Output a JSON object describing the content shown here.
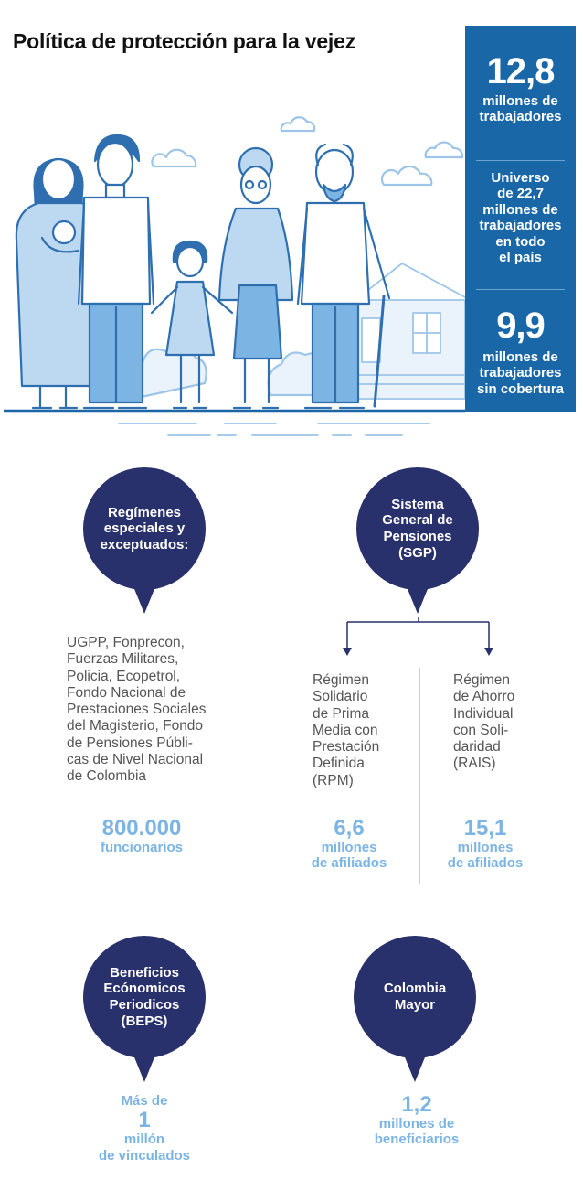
{
  "title": "Política de protección para la vejez",
  "colors": {
    "accent_blue": "#1a67a8",
    "navy": "#28316b",
    "light_blue": "#7cb4e4",
    "illustration_blue": "#2f6fb0"
  },
  "stats": {
    "workers_total": {
      "value": "12,8",
      "label_line1": "millones de",
      "label_line2": "trabajadores"
    },
    "universe": [
      "Universo",
      "de 22,7",
      "millones de",
      "trabajadores",
      "en todo",
      "el país"
    ],
    "uncovered": {
      "value": "9,9",
      "label_line1": "millones de",
      "label_line2": "trabajadores",
      "label_line3": "sin cobertura"
    }
  },
  "special": {
    "bubble": [
      "Regímenes",
      "especiales y",
      "exceptuados:"
    ],
    "desc": [
      "UGPP, Fonprecon,",
      "Fuerzas Militares,",
      "Policia, Ecopetrol,",
      "Fondo Nacional de",
      "Prestaciones Sociales",
      "del Magisterio, Fondo",
      "de Pensiones Públi-",
      "cas de Nivel Nacional",
      "de Colombia"
    ],
    "number": "800.000",
    "unit": "funcionarios"
  },
  "sgp": {
    "bubble": [
      "Sistema",
      "General de",
      "Pensiones",
      "(SGP)"
    ],
    "rpm": {
      "desc": [
        "Régimen",
        "Solidario",
        "de Prima",
        "Media con",
        "Prestación",
        "Definida",
        "(RPM)"
      ],
      "number": "6,6",
      "unit": [
        "millones",
        "de afiliados"
      ]
    },
    "rais": {
      "desc": [
        "Régimen",
        "de Ahorro",
        "Individual",
        "con Soli-",
        "daridad",
        "(RAIS)"
      ],
      "number": "15,1",
      "unit": [
        "millones",
        "de afiliados"
      ]
    }
  },
  "beps": {
    "bubble": [
      "Beneficios",
      "Ecónomicos",
      "Periodicos",
      "(BEPS)"
    ],
    "lines": [
      "Más de",
      "1",
      "millón",
      "de vinculados"
    ]
  },
  "colombia_mayor": {
    "bubble": [
      "Colombia",
      "Mayor"
    ],
    "number": "1,2",
    "unit": [
      "millones de",
      "beneficiarios"
    ]
  }
}
